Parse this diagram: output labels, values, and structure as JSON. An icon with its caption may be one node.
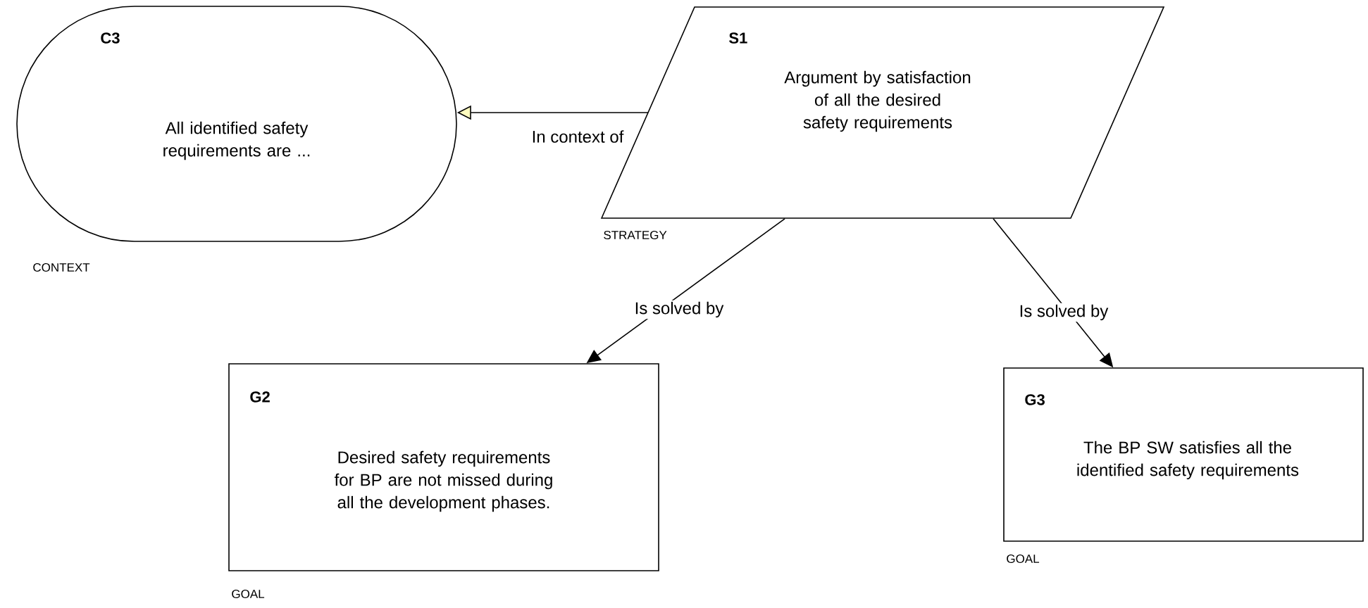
{
  "diagram": {
    "nodes": [
      {
        "text": [
          "C3",
          "All identified safety requirements are ..."
        ],
        "beside": [
          "CONTEXT"
        ]
      },
      {
        "text": [
          "S1",
          "Argument by satisfaction of all the desired safety requirements"
        ],
        "beside": [
          "STRATEGY"
        ]
      },
      {
        "text": [
          "G2",
          "Desired safety requirements for BP are not missed during all the development phases."
        ],
        "beside": [
          "GOAL"
        ]
      },
      {
        "text": [
          "G3",
          "The BP SW satisfies all the identified safety requirements"
        ],
        "beside": [
          "GOAL"
        ]
      }
    ],
    "edges": [
      {
        "from": 1,
        "to": 0,
        "arrow": "to",
        "label": "In context of"
      },
      {
        "from": 1,
        "to": 2,
        "arrow": "to",
        "label": "Is solved by"
      },
      {
        "from": 1,
        "to": 3,
        "arrow": "to",
        "label": "Is solved by"
      }
    ]
  }
}
